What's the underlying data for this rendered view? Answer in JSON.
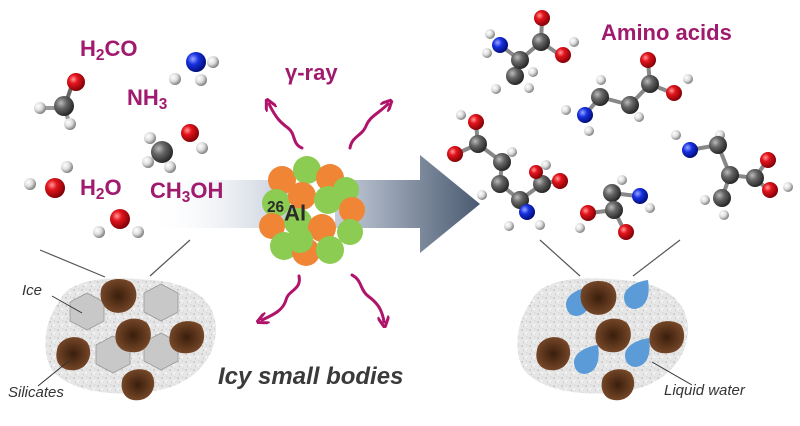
{
  "colors": {
    "label_magenta": "#a01a6e",
    "oxygen": "#d8121a",
    "carbon": "#555555",
    "hydrogen": "#e8e8e8",
    "nitrogen": "#1430d8",
    "proton_orange": "#ef8535",
    "neutron_green": "#8ccc52",
    "silicate_brown": "#6b3e22",
    "ice_gray": "#c8c8c8",
    "liquid_water_blue": "#5a9bd8",
    "arrow_dark": "#4a5a70",
    "wavy_ray": "#b0146a"
  },
  "reactants": {
    "h2co": {
      "base": "H",
      "sub": "2",
      "rest": "CO"
    },
    "nh3": {
      "base": "NH",
      "sub": "3"
    },
    "h2o": {
      "base": "H",
      "sub": "2",
      "rest": "O"
    },
    "ch3oh": {
      "base": "CH",
      "sub": "3",
      "rest": "OH"
    }
  },
  "center": {
    "radiation_label": "γ-ray",
    "nucleus_mass": "26",
    "nucleus_symbol": "Al"
  },
  "products": {
    "title": "Amino acids"
  },
  "left_body": {
    "caption": "Icy small bodies",
    "ice_label": "Ice",
    "silicates_label": "Silicates"
  },
  "right_body": {
    "liquid_label": "Liquid water"
  }
}
